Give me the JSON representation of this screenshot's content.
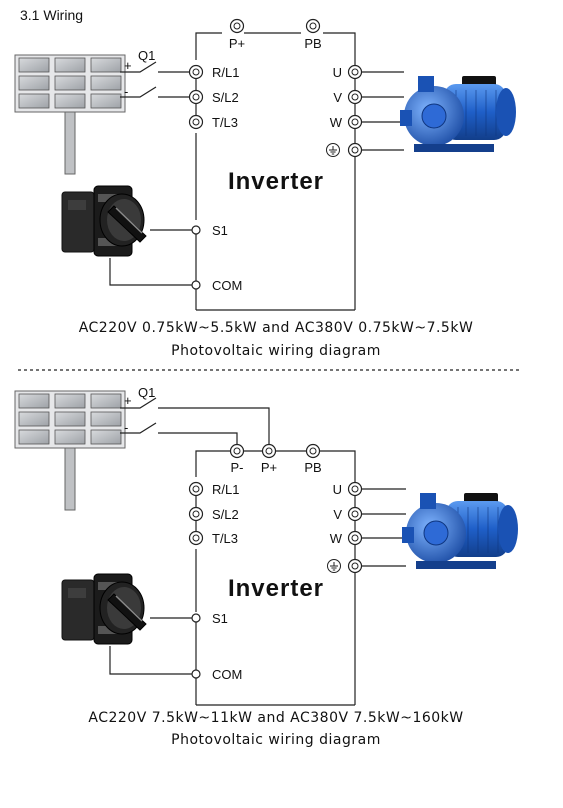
{
  "section_title": "3.1  Wiring",
  "diagram1": {
    "switch_label": "Q1",
    "plus": "+",
    "minus": "-",
    "top_terminals": [
      "P+",
      "PB"
    ],
    "input_terminals": [
      "R/L1",
      "S/L2",
      "T/L3"
    ],
    "output_terminals": [
      "U",
      "V",
      "W"
    ],
    "ground_icon": "ground-symbol",
    "inverter_label": "Inverter",
    "control_terminals": [
      "S1",
      "COM"
    ],
    "caption_line1": "AC220V 0.75kW~5.5kW and AC380V 0.75kW~7.5kW",
    "caption_line2": "Photovoltaic wiring diagram"
  },
  "diagram2": {
    "switch_label": "Q1",
    "plus": "+",
    "minus": "-",
    "top_terminals": [
      "P-",
      "P+",
      "PB"
    ],
    "input_terminals": [
      "R/L1",
      "S/L2",
      "T/L3"
    ],
    "output_terminals": [
      "U",
      "V",
      "W"
    ],
    "ground_icon": "ground-symbol",
    "inverter_label": "Inverter",
    "control_terminals": [
      "S1",
      "COM"
    ],
    "caption_line1": "AC220V 7.5kW~11kW and AC380V 7.5kW~160kW",
    "caption_line2": "Photovoltaic wiring diagram"
  },
  "colors": {
    "pump_blue": "#1f5fc8",
    "panel_gray": "#b9bcc0",
    "switch_black": "#1b1b1b",
    "line": "#222222"
  }
}
